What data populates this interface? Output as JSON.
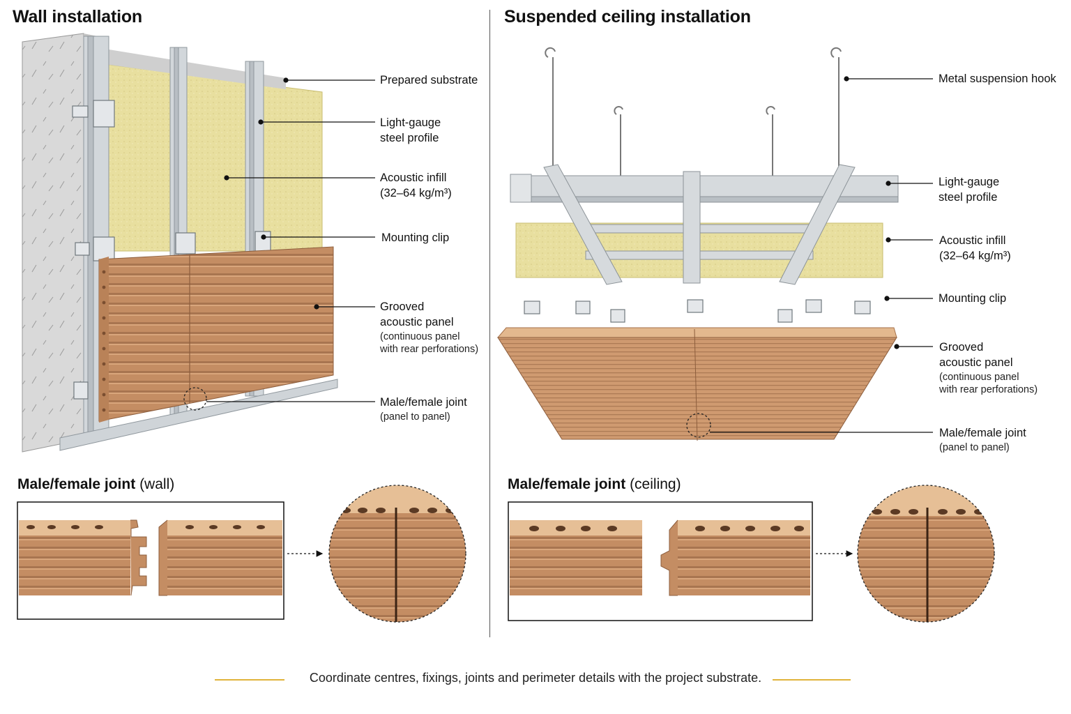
{
  "wall": {
    "title": "Wall installation",
    "labels": {
      "substrate": "Prepared substrate",
      "profile": [
        "Light-gauge",
        "steel profile"
      ],
      "infill": [
        "Acoustic infill",
        "(32–64 kg/m³)"
      ],
      "clip": "Mounting clip",
      "panel": [
        "Grooved",
        "acoustic panel"
      ],
      "panel_note": [
        "(continuous panel",
        "with rear perforations)"
      ],
      "joint": "Male/female joint",
      "joint_note": "(panel to panel)"
    },
    "detail_title": "Male/female joint",
    "detail_context": "(wall)"
  },
  "ceiling": {
    "title": "Suspended ceiling installation",
    "labels": {
      "hook": "Metal suspension hook",
      "profile": [
        "Light-gauge",
        "steel profile"
      ],
      "infill": [
        "Acoustic infill",
        "(32–64 kg/m³)"
      ],
      "clip": "Mounting clip",
      "panel": [
        "Grooved",
        "acoustic panel"
      ],
      "panel_note": [
        "(continuous panel",
        "with rear perforations)"
      ],
      "joint": "Male/female joint",
      "joint_note": "(panel to panel)"
    },
    "detail_title": "Male/female joint",
    "detail_context": "(ceiling)"
  },
  "footer": "Coordinate centres, fixings, joints and perimeter details with the project substrate.",
  "colors": {
    "wood": "#c9926a",
    "wood_dark": "#9c6a47",
    "wood_top": "#e0b488",
    "insulation": "#e6dc9a",
    "steel": "#d4d8dc",
    "concrete": "#d6d6d6",
    "accent": "#e0b33a"
  }
}
